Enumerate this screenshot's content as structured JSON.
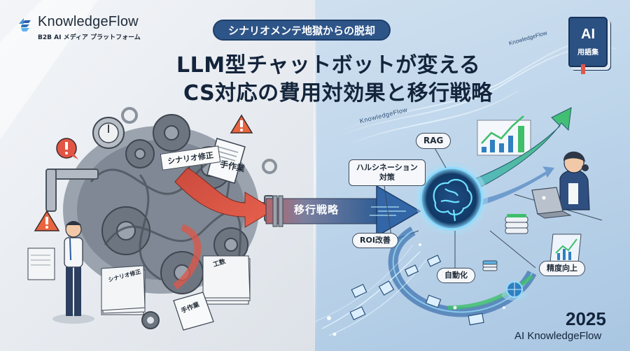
{
  "brand": {
    "name": "KnowledgeFlow",
    "tagline": "B2B AI メディア プラットフォーム"
  },
  "header": {
    "pill": "シナリオメンテ地獄からの脱却",
    "title_line1": "LLM型チャットボットが変える",
    "title_line2": "CS対応の費用対効果と移行戦略"
  },
  "book": {
    "title": "AI",
    "subtitle": "用語集",
    "flow_label": "KnowledgeFlow"
  },
  "left_scene": {
    "labels": {
      "scenario_fix": "シナリオ修正",
      "manual_work": "手作業",
      "pile_scenario": "シナリオ修正",
      "pile_manhours": "工数",
      "pile_manual": "手作業"
    },
    "icons": [
      "warning-bubble-icon",
      "warning-triangle-icon",
      "gear-icon",
      "pipe-icon",
      "stressed-person-icon"
    ]
  },
  "transition": {
    "arrow_label": "移行戦略"
  },
  "right_scene": {
    "flow_label": "KnowledgeFlow",
    "labels": {
      "rag": "RAG",
      "hallucination": "ハルシネーション\n対策",
      "hallucination_line1": "ハルシネーション",
      "hallucination_line2": "対策",
      "roi": "ROI改善",
      "automation": "自動化",
      "accuracy": "精度向上"
    },
    "icons": [
      "brain-icon",
      "growth-chart-icon",
      "growth-arrow-icon",
      "operator-laptop-icon",
      "envelope-icon",
      "globe-icon",
      "database-icon"
    ]
  },
  "footer": {
    "year": "2025",
    "brand": "AI KnowledgeFlow"
  },
  "colors": {
    "navy": "#13243b",
    "pill_bg": "#2e5588",
    "warning_red": "#e25545",
    "growth_green": "#3bb36b",
    "accent_blue": "#2f6db3"
  }
}
